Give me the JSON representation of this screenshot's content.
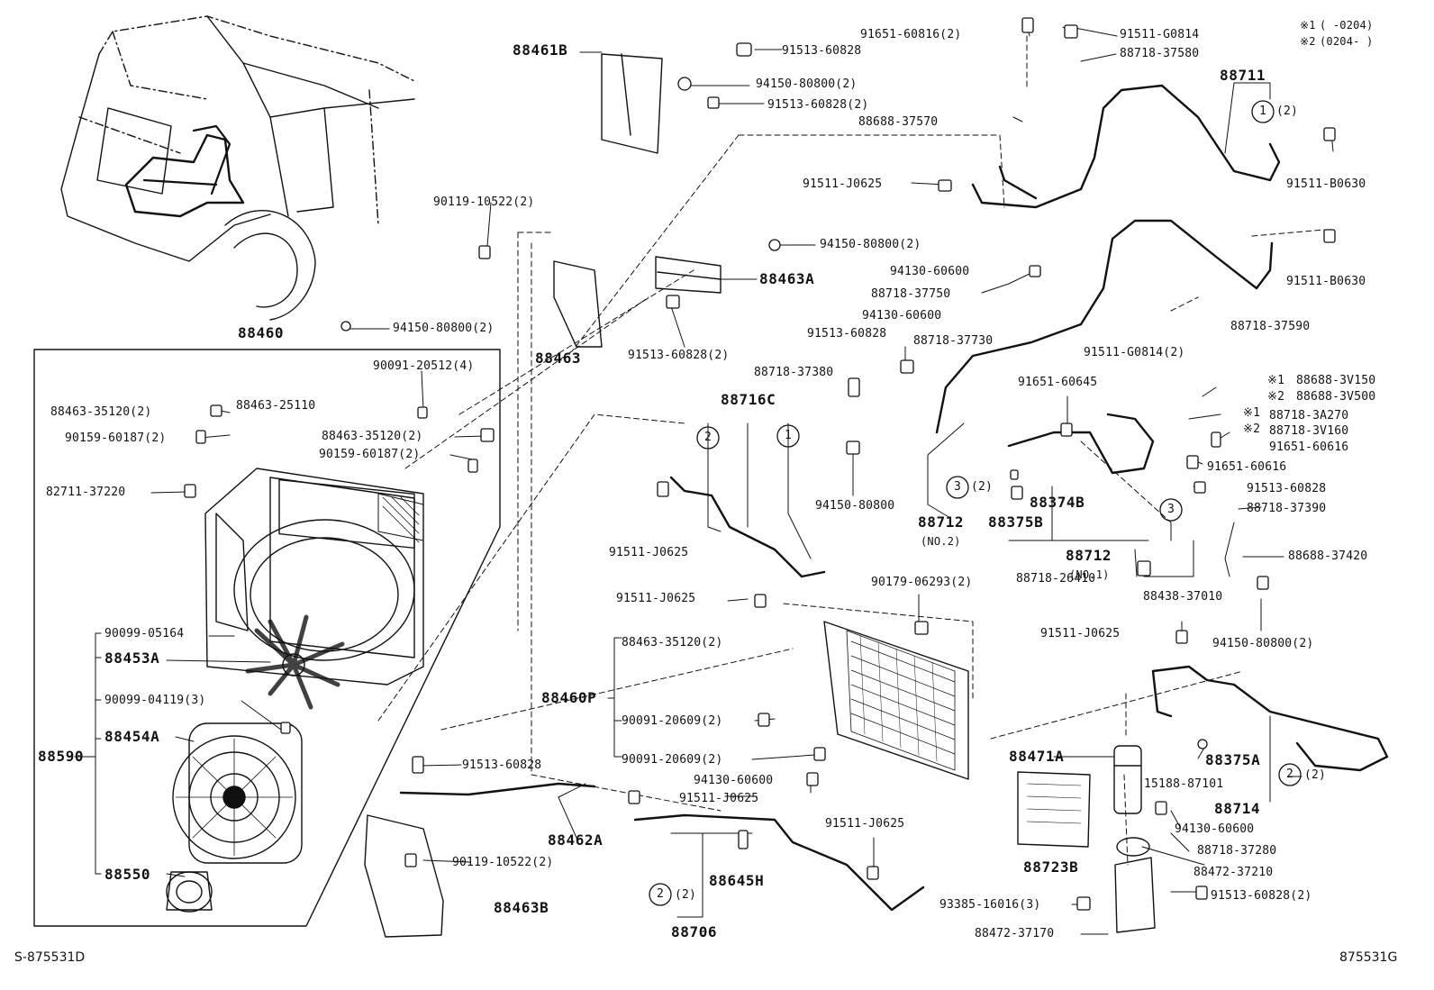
{
  "diagram": {
    "footer_left": "S-875531D",
    "footer_right": "875531G",
    "legend": [
      {
        "mark": "※1",
        "text": "(          -0204)"
      },
      {
        "mark": "※2",
        "text": "(0204-          )"
      }
    ],
    "labels": [
      "88461B",
      "91513-60828",
      "94150-80800(2)",
      "91513-60828(2)",
      "91651-60816(2)",
      "91511-G0814",
      "88718-37580",
      "88711",
      "(2)",
      "88688-37570",
      "91511-J0625",
      "91511-B0630",
      "90119-10522(2)",
      "94150-80800(2)",
      "88463A",
      "88463",
      "91513-60828(2)",
      "94130-60600",
      "88718-37750",
      "94130-60600",
      "91513-60828",
      "88718-37730",
      "88718-37380",
      "91511-B0630",
      "88718-37590",
      "91511-G0814(2)",
      "88460",
      "94150-80800(2)",
      "90091-20512(4)",
      "88463-35120(2)",
      "88463-25110",
      "90159-60187(2)",
      "88463-35120(2)",
      "90159-60187(2)",
      "82711-37220",
      "88716C",
      "91651-60645",
      "88688-3V150",
      "88688-3V500",
      "88718-3A270",
      "88718-3V160",
      "91651-60616",
      "91651-60616",
      "91513-60828",
      "88718-37390",
      "88374B",
      "88375B",
      "94150-80800",
      "88712",
      "(NO.2)",
      "88712",
      "(NO.1)",
      "(2)",
      "91511-J0625",
      "88688-37420",
      "88718-26410",
      "88438-37010",
      "90179-06293(2)",
      "91511-J0625",
      "91511-J0625",
      "94150-80800(2)",
      "90099-05164",
      "88453A",
      "88463-35120(2)",
      "90099-04119(3)",
      "88460P",
      "88454A",
      "90091-20609(2)",
      "90091-20609(2)",
      "88590",
      "88471A",
      "88375A",
      "15188-87101",
      "(2)",
      "88714",
      "91513-60828",
      "94130-60600",
      "91511-J0625",
      "88462A",
      "91511-J0625",
      "94130-60600",
      "88718-37280",
      "88472-37210",
      "90119-10522(2)",
      "88550",
      "88463B",
      "88645H",
      "(2)",
      "88706",
      "88723B",
      "93385-16016(3)",
      "91513-60828(2)",
      "88472-37170"
    ],
    "circle_marks": [
      "1",
      "2",
      "3"
    ]
  }
}
